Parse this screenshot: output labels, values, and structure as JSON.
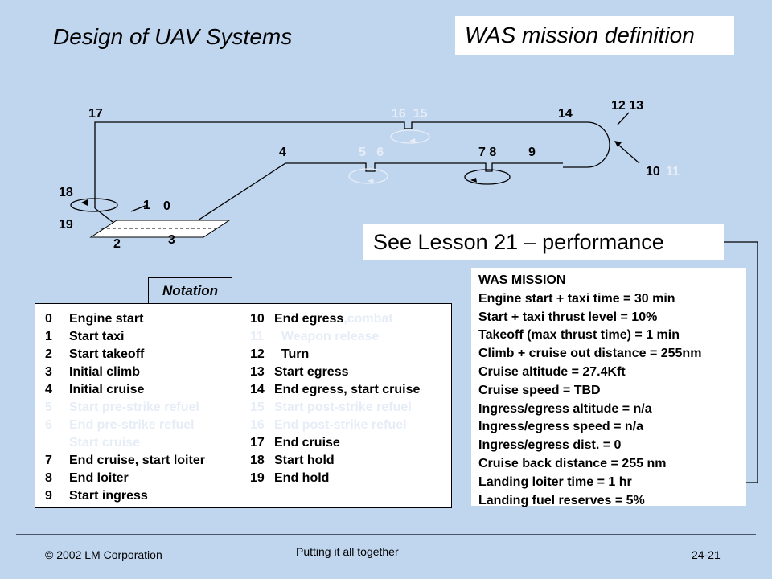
{
  "header": {
    "title": "Design of UAV Systems",
    "mission_title": "WAS mission definition"
  },
  "lesson_callout": "See Lesson 21 – performance",
  "diagram": {
    "labels": [
      {
        "id": "17",
        "text": "17",
        "dim": false
      },
      {
        "id": "16-15",
        "text": "16  15",
        "dim": true
      },
      {
        "id": "14",
        "text": "14",
        "dim": false
      },
      {
        "id": "12-13",
        "text": "12 13",
        "dim": false
      },
      {
        "id": "4",
        "text": "4",
        "dim": false
      },
      {
        "id": "5-6",
        "text": "5   6",
        "dim": true
      },
      {
        "id": "7-8",
        "text": "7 8",
        "dim": false
      },
      {
        "id": "9",
        "text": "9",
        "dim": false
      },
      {
        "id": "10",
        "text": "10",
        "dim": false
      },
      {
        "id": "11",
        "text": "11",
        "dim": true
      },
      {
        "id": "18",
        "text": "18",
        "dim": false
      },
      {
        "id": "1",
        "text": "1",
        "dim": false
      },
      {
        "id": "0",
        "text": "0",
        "dim": false
      },
      {
        "id": "19",
        "text": "19",
        "dim": false
      },
      {
        "id": "2",
        "text": "2",
        "dim": false
      },
      {
        "id": "3",
        "text": "3",
        "dim": false
      }
    ]
  },
  "notation": {
    "tag": "Notation",
    "left_items": [
      {
        "num": "0",
        "text": "Engine start",
        "dim": false
      },
      {
        "num": "1",
        "text": "Start taxi",
        "dim": false
      },
      {
        "num": "2",
        "text": "Start takeoff",
        "dim": false
      },
      {
        "num": "3",
        "text": "Initial climb",
        "dim": false
      },
      {
        "num": "4",
        "text": "Initial cruise",
        "dim": false
      },
      {
        "num": "5",
        "text": "Start pre-strike refuel",
        "dim": true
      },
      {
        "num": "6",
        "text": "End pre-strike refuel",
        "dim": true
      },
      {
        "num": "",
        "text": "Start cruise",
        "dim": true
      },
      {
        "num": "7",
        "text": "End cruise, start loiter",
        "dim": false
      },
      {
        "num": "8",
        "text": "End loiter",
        "dim": false
      },
      {
        "num": "9",
        "text": "Start ingress",
        "dim": false
      }
    ],
    "right_items": [
      {
        "num": "10",
        "text": "End egress",
        "suffix": ",combat",
        "dim": false
      },
      {
        "num": "11",
        "text": "  Weapon release",
        "dim": true
      },
      {
        "num": "12",
        "text": "  Turn",
        "dim": false
      },
      {
        "num": "13",
        "text": "Start egress",
        "dim": false
      },
      {
        "num": "14",
        "text": "End egress, start cruise",
        "dim": false
      },
      {
        "num": "15",
        "text": "Start post-strike refuel",
        "dim": true
      },
      {
        "num": "16",
        "text": "End post-strike refuel",
        "dim": true
      },
      {
        "num": "17",
        "text": "End cruise",
        "dim": false
      },
      {
        "num": "18",
        "text": "Start hold",
        "dim": false
      },
      {
        "num": "19",
        "text": "End hold",
        "dim": false
      }
    ]
  },
  "was_mission": {
    "heading": "WAS MISSION",
    "lines": [
      "Engine start + taxi time = 30 min",
      "Start + taxi thrust level = 10%",
      "Takeoff (max thrust time) = 1 min",
      "Climb + cruise out distance = 255nm",
      "Cruise altitude = 27.4Kft",
      "Cruise speed = TBD",
      "Ingress/egress altitude = n/a",
      "Ingress/egress speed = n/a",
      "Ingress/egress dist. = 0",
      "Cruise back distance = 255 nm",
      "Landing loiter time = 1 hr",
      "Landing fuel reserves = 5%"
    ]
  },
  "footer": {
    "copyright": "2002 LM Corporation",
    "center": "Putting it all together",
    "page": "24-21"
  },
  "colors": {
    "background": "#c0d6ef",
    "dim_text": "#e6edf6"
  }
}
